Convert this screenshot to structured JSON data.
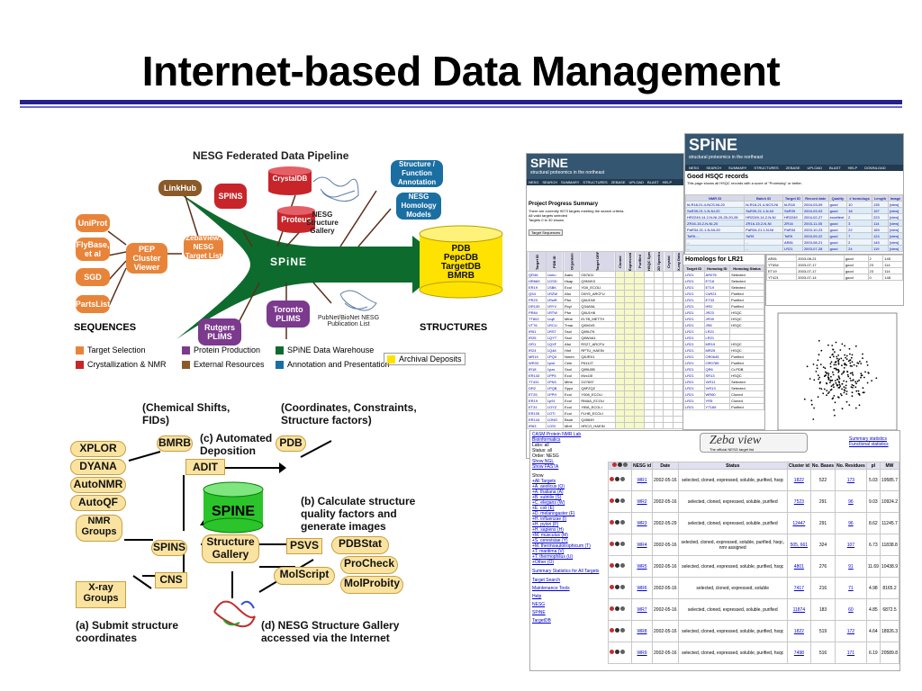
{
  "slide": {
    "title": "Internet-based Data Management"
  },
  "pipeline": {
    "title": "NESG Federated Data Pipeline",
    "linkhub": "LinkHub",
    "spins": "SPINS",
    "crystaldb": "CrystalDB",
    "proteus": "Proteus",
    "uniprot": "UniProt",
    "flybase": "FlyBase, et al",
    "sgd": "SGD",
    "partslist": "PartsList",
    "pep": "PEP Cluster Viewer",
    "zebaview": "ZebaView: NESG Target List",
    "center": "SPiNE",
    "gallery": "NESG Structure Gallery",
    "struct_func": "Structure / Function Annotation",
    "homology": "NESG Homology Models",
    "rutgers": "Rutgers PLIMS",
    "toronto": "Toronto PLIMS",
    "pubnet": "PubNet/BioNet NESG Publication List",
    "deposit_targets": [
      "PDB",
      "PepcDB",
      "TargetDB",
      "BMRB"
    ],
    "sequences": "SEQUENCES",
    "structures": "STRUCTURES",
    "legend": {
      "target_selection": "Target Selection",
      "protein_production": "Protein Production",
      "spine_warehouse": "SPiNE Data Warehouse",
      "crystallization": "Crystallization & NMR",
      "external": "External Resources",
      "annotation": "Annotation and Presentation",
      "archival": "Archival Deposits"
    },
    "colors": {
      "orange": "#e8843a",
      "red": "#c8252a",
      "purple": "#7b3a8e",
      "brown": "#8a5a28",
      "green": "#0e6b2e",
      "blue": "#1a6ea2",
      "yellow": "#ffe200"
    }
  },
  "deposition": {
    "chem_shifts": "(Chemical Shifts, FIDs)",
    "coords": "(Coordinates, Constraints, Structure factors)",
    "auto_dep": "(c) Automated Deposition",
    "bmrb": "BMRB",
    "pdb": "PDB",
    "adit": "ADIT",
    "spine": "SPINE",
    "xplor": "XPLOR",
    "dyana": "DYANA",
    "autonmr": "AutoNMR",
    "autoqf": "AutoQF",
    "nmr_groups": "NMR Groups",
    "spins": "SPINS",
    "gallery": "Structure Gallery",
    "calc": "(b) Calculate structure quality factors and generate images",
    "psvs": "PSVS",
    "pdbstat": "PDBStat",
    "procheck": "ProCheck",
    "molscript": "MolScript",
    "molprobity": "MolProbity",
    "cns": "CNS",
    "xray": "X-ray Groups",
    "submit": "(a) Submit structure coordinates",
    "gallery_access": "(d) NESG Structure Gallery accessed via the Internet"
  },
  "screens": {
    "progress": {
      "logo": "SPiNE",
      "tagline": "structural proteomics in the northeast",
      "nav": [
        "NESG",
        "SEARCH",
        "SUMMARY",
        "STRUCTURES",
        "ZEBASE",
        "UPLOAD",
        "BLAST",
        "HELP"
      ],
      "heading": "Project Progress Summary",
      "line1": "There are currently 9073 targets meeting the search criteria.",
      "line2": "All valid targets selected",
      "line3": "Targets 0 to 30 shown.",
      "button": "Target Sequences",
      "columns": [
        "Target ID",
        "PDB ID",
        "Organism",
        "Target ORF",
        "Cloned",
        "Expressed",
        "Purified",
        "HSQC Spectrum",
        "2D Spectrum",
        "Crystal",
        "X-ray Data"
      ],
      "rows": [
        [
          "QR46",
          "1smu",
          "Aaeo",
          "O67611"
        ],
        [
          "HR669",
          "1GSD",
          "Hsap",
          "Q9NVK0"
        ],
        [
          "ER19",
          "1SBK",
          "Ecol",
          "YDII_ECOLI"
        ],
        [
          "QS4",
          "1RZW",
          "Afui",
          "O6Y5_ARCFU"
        ],
        [
          "PR23",
          "1RwR",
          "Pfur",
          "Q8U1N0"
        ],
        [
          "DR139",
          "1RYV",
          "Rxyl",
          "Q34A9A"
        ],
        [
          "PR84",
          "1RTW",
          "Pfur",
          "Q8U1H8"
        ],
        [
          "TT802",
          "1rq8",
          "Mthe",
          "ELTB_METTH"
        ],
        [
          "VT76",
          "1RCU",
          "Tmar",
          "Q8X6V5"
        ],
        [
          "IR51",
          "1RS7",
          "Ssol",
          "Q89U76"
        ],
        [
          "IR25",
          "1QYT",
          "Ssol",
          "Q8W4A1"
        ],
        [
          "GR1",
          "1QXF",
          "Aful",
          "RS27_ARCFU"
        ],
        [
          "IR24",
          "1Q48",
          "Hinf",
          "RPTU_HAEIN"
        ],
        [
          "MR19",
          "1PQX",
          "Nmen",
          "Q8JRX1"
        ],
        [
          "WR33",
          "1pwl",
          "Cele",
          "P61127"
        ],
        [
          "IR18",
          "1pzs",
          "Ssol",
          "Q89U0B"
        ],
        [
          "ER143",
          "1PP5",
          "Ecol",
          "Mvc10I"
        ],
        [
          "TT431",
          "1PN3",
          "Mthe",
          "O27697"
        ],
        [
          "DR2",
          "1PQB",
          "Spyo",
          "Q8FZQ2"
        ],
        [
          "ET25",
          "1PPH",
          "Ecol",
          "Y008_ECOLI"
        ],
        [
          "ER19",
          "1p91",
          "Ecol",
          "RMAA_ECOLI"
        ],
        [
          "ET31",
          "1OYZ",
          "Ecol",
          "YIBA_ECOLI"
        ],
        [
          "ER105",
          "1OTI",
          "Ecol",
          "FLHB_ECOLI"
        ],
        [
          "ER144",
          "1ONO",
          "Bsub",
          "Q45649"
        ],
        [
          "IR63",
          "1OSI",
          "Mbrf",
          "HRCO_HAEIN"
        ]
      ]
    },
    "hsqc": {
      "logo": "SPiNE",
      "tagline": "structural proteomics in the northeast",
      "nav": [
        "NESG",
        "SEARCH",
        "SUMMARY",
        "STRUCTURES",
        "ZEBASE",
        "UPLOAD",
        "BLAST",
        "HELP",
        "DOWNLOAD"
      ],
      "heading": "Good HSQC records",
      "subtitle": "This page shows all HSQC records with a score of \"Promising\" or better.",
      "columns": [
        "NMR ID",
        "Batch ID",
        "Target ID",
        "Record date",
        "Quality",
        "# homologs",
        "Length",
        "Image"
      ],
      "rows": [
        [
          "hLR18-21.4-NCS-NI-20",
          "hLR18-21.4-NCS-NI",
          "hLR18",
          "2004-03-09",
          "good",
          "10",
          "135",
          "[view]"
        ],
        [
          "SsR39-21.1-N-NI-20",
          "SsR39-21.1-N-NI",
          "SsR39",
          "2004-03-03",
          "good",
          "18",
          "197",
          "[view]"
        ],
        [
          "HR2249-14.2-N-NI-20-25-20-28",
          "HR2249-14.2-N-NI",
          "HR2249",
          "2004-02-27",
          "excellent",
          "2",
          "223",
          "[view]"
        ],
        [
          "ZR16-15.2-N-NI-20",
          "ZR16-15.2-N-NI",
          "ZR16",
          "2003-11-05",
          "good",
          "3",
          "114",
          "[view]"
        ],
        [
          "PaR34-21.1-N-NI-20",
          "PaR34-21.1-N-NI",
          "PaR34",
          "2003-10-23",
          "good",
          "22",
          "169",
          "[view]"
        ],
        [
          "TsR9-...",
          "TsR9",
          "TsR9",
          "2003-09-22",
          "good",
          "7",
          "124",
          "[view]"
        ],
        [
          "...",
          "...",
          "AR81",
          "2003-08-21",
          "good",
          "2",
          "145",
          "[view]"
        ],
        [
          "...",
          "...",
          "LR21",
          "2003-07-28",
          "good",
          "24",
          "119",
          "[view]"
        ]
      ]
    },
    "homologs": {
      "heading": "Homologs for LR21",
      "columns": [
        "Target ID",
        "Homolog ID",
        "Homolog Status"
      ],
      "rows": [
        [
          "LR21",
          "AR076",
          "Selected"
        ],
        [
          "LR21",
          "ET18",
          "Selected"
        ],
        [
          "LR21",
          "ET19",
          "Selected"
        ],
        [
          "LR21",
          "CsR21",
          "Purified"
        ],
        [
          "LR21",
          "ET33",
          "Purified"
        ],
        [
          "LR21",
          "HR2",
          "Purified"
        ],
        [
          "LR21",
          "JR23",
          "HSQC"
        ],
        [
          "LR21",
          "JR39",
          "HSQC"
        ],
        [
          "LR21",
          "JR8",
          "HSQC"
        ],
        [
          "LR21",
          "LR21",
          ""
        ],
        [
          "LR21",
          "LR21",
          ""
        ],
        [
          "LR21",
          "MR19",
          "HSQC"
        ],
        [
          "LR21",
          "MR25",
          "HSQC"
        ],
        [
          "LR21",
          "OR0645",
          "Purified"
        ],
        [
          "LR21",
          "OR0785",
          "Purified"
        ],
        [
          "LR21",
          "QR6",
          "Cr.PDB"
        ],
        [
          "LR21",
          "SR13",
          "HSQC"
        ],
        [
          "LR21",
          "VrR11",
          "Selected"
        ],
        [
          "LR21",
          "VrR13",
          "Selected"
        ],
        [
          "LR21",
          "WR60",
          "Cloned"
        ],
        [
          "LR21",
          "YR5",
          "Cloned"
        ],
        [
          "LR21",
          "YT169",
          "Purified"
        ]
      ]
    },
    "records2": {
      "rows": [
        [
          "AR81",
          "2003-08-21",
          "good",
          "2",
          "145"
        ],
        [
          "YT654",
          "2003-07-17",
          "good",
          "23",
          "114"
        ],
        [
          "ET19",
          "2003-07-17",
          "good",
          "23",
          "114"
        ],
        [
          "YT421",
          "2003-07-14",
          "good",
          "0",
          "148"
        ]
      ]
    },
    "zebaview": {
      "logo": "Zeba view",
      "subtitle": "The official NESG target list",
      "sidebar_top": [
        "CASM Protein NMR Lab",
        "Bioinformatics"
      ],
      "labs": "Labs: all",
      "status": "Status: all",
      "order": "Order: NESG",
      "show_ngl": "Show NGL",
      "show_fasta": "Show FASTA",
      "show": "Show",
      "organisms": [
        "All Targets",
        "A. aeolicus (Q)",
        "A. thaliana (A)",
        "B. subtilis (S)",
        "C. elegans (W)",
        "E. coli (E)",
        "D. melanogaster (F)",
        "H. influenzae (I)",
        "H. pylori (P)",
        "H. sapiens (H)",
        "M. musculus (M)",
        "S. cerevisiae (Y)",
        "M. thermoautotrophicum (T)",
        "T. maritima (V)",
        "T. thermophilus (U)",
        "Other (O)"
      ],
      "summary_link": "Summary Statistics for All Targets",
      "links": [
        "Target Search",
        "Maintenance Tools",
        "Help",
        "NESG",
        "SPiNE",
        "TargetDB"
      ],
      "right_links": [
        "Summary statistics",
        "Functional statistics"
      ],
      "columns": [
        "NESG id",
        "Date",
        "Status",
        "Cluster id",
        "No. Bases",
        "No. Residues",
        "pI",
        "MW"
      ],
      "rows": [
        [
          "WR1",
          "2002-05-16",
          "selected, cloned, expressed, soluble, purified, hsqc",
          "1822",
          "522",
          "173",
          "5.03",
          "19585.7"
        ],
        [
          "WR2",
          "2002-05-16",
          "selected, cloned, expressed, soluble, purified",
          "7523",
          "291",
          "96",
          "9.03",
          "10924.2"
        ],
        [
          "WR3",
          "2002-05-29",
          "selected, cloned, expressed, soluble, purified",
          "12447",
          "291",
          "96",
          "8.62",
          "11245.7"
        ],
        [
          "WR4",
          "2002-05-16",
          "selected, cloned, expressed, soluble, purified, hsqc, nmr assigned",
          "505, 661",
          "324",
          "107",
          "6.73",
          "11838.8"
        ],
        [
          "WR5",
          "2002-05-16",
          "selected, cloned, expressed, soluble, purified, hsqc",
          "4801",
          "276",
          "91",
          "11.69",
          "10438.9"
        ],
        [
          "WR6",
          "2002-05-16",
          "selected, cloned, expressed, soluble",
          "7417",
          "216",
          "71",
          "4.98",
          "8165.2"
        ],
        [
          "WR7",
          "2002-05-16",
          "selected, cloned, expressed, soluble, purified",
          "11874",
          "183",
          "60",
          "4.85",
          "6872.5"
        ],
        [
          "WR8",
          "2002-05-16",
          "selected, cloned, expressed, soluble, purified, hsqc",
          "1822",
          "519",
          "172",
          "4.64",
          "18926.3"
        ],
        [
          "WR9",
          "2002-05-16",
          "selected, cloned, expressed, soluble, purified, hsqc",
          "7498",
          "516",
          "171",
          "6.19",
          "20589.8"
        ]
      ]
    }
  }
}
